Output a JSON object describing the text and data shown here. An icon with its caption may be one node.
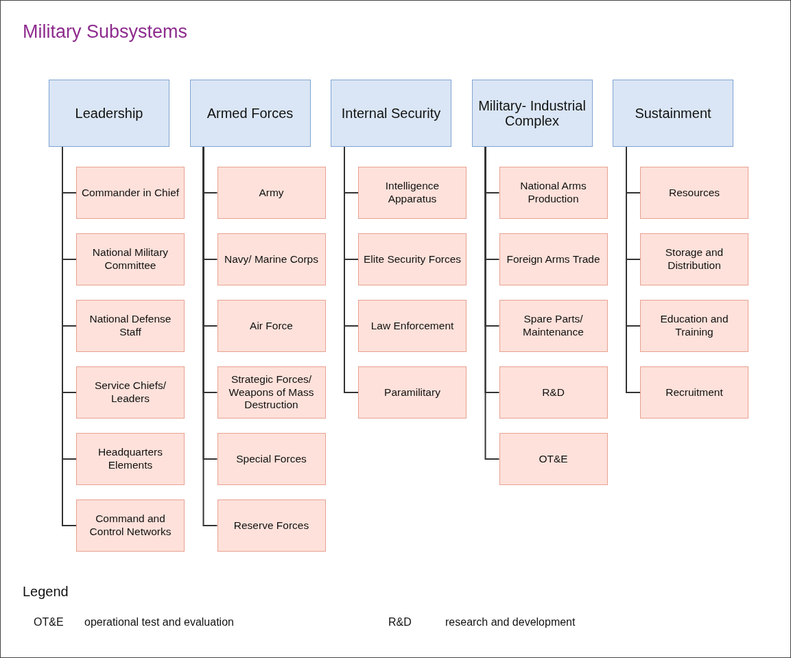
{
  "diagram": {
    "title": "Military Subsystems",
    "nodes": [
      {
        "text": [
          "Leadership"
        ]
      },
      {
        "text": [
          "Commander in Chief"
        ]
      },
      {
        "text": [
          "National Military Committee"
        ]
      },
      {
        "text": [
          "National Defense Staff"
        ]
      },
      {
        "text": [
          "Service Chiefs/ Leaders"
        ]
      },
      {
        "text": [
          "Headquarters Elements"
        ]
      },
      {
        "text": [
          "Command and Control Networks"
        ]
      },
      {
        "text": [
          "Armed Forces"
        ]
      },
      {
        "text": [
          "Army"
        ]
      },
      {
        "text": [
          "Navy/ Marine Corps"
        ]
      },
      {
        "text": [
          "Air Force"
        ]
      },
      {
        "text": [
          "Strategic Forces/ Weapons of Mass Destruction"
        ]
      },
      {
        "text": [
          "Special Forces"
        ]
      },
      {
        "text": [
          "Reserve Forces"
        ]
      },
      {
        "text": [
          "Internal Security"
        ]
      },
      {
        "text": [
          "Intelligence Apparatus"
        ]
      },
      {
        "text": [
          "Elite Security Forces"
        ]
      },
      {
        "text": [
          "Law Enforcement"
        ]
      },
      {
        "text": [
          "Paramilitary"
        ]
      },
      {
        "text": [
          "Military- Industrial Complex"
        ]
      },
      {
        "text": [
          "National Arms Production"
        ]
      },
      {
        "text": [
          "Foreign Arms Trade"
        ]
      },
      {
        "text": [
          "Spare Parts/ Maintenance"
        ]
      },
      {
        "text": [
          "R&D"
        ]
      },
      {
        "text": [
          "OT&E"
        ]
      },
      {
        "text": [
          "Sustainment"
        ]
      },
      {
        "text": [
          "Resources"
        ]
      },
      {
        "text": [
          "Storage and Distribution"
        ]
      },
      {
        "text": [
          "Education and Training"
        ]
      },
      {
        "text": [
          "Recruitment"
        ]
      }
    ],
    "edges": [
      {
        "from": 0,
        "to": 1,
        "arrow": "none"
      },
      {
        "from": 0,
        "to": 2,
        "arrow": "none"
      },
      {
        "from": 0,
        "to": 3,
        "arrow": "none"
      },
      {
        "from": 0,
        "to": 4,
        "arrow": "none"
      },
      {
        "from": 0,
        "to": 5,
        "arrow": "none"
      },
      {
        "from": 0,
        "to": 6,
        "arrow": "none"
      },
      {
        "from": 7,
        "to": 8,
        "arrow": "none"
      },
      {
        "from": 7,
        "to": 9,
        "arrow": "none"
      },
      {
        "from": 7,
        "to": 10,
        "arrow": "none"
      },
      {
        "from": 7,
        "to": 11,
        "arrow": "none"
      },
      {
        "from": 7,
        "to": 12,
        "arrow": "none"
      },
      {
        "from": 7,
        "to": 13,
        "arrow": "none"
      },
      {
        "from": 14,
        "to": 15,
        "arrow": "none"
      },
      {
        "from": 14,
        "to": 16,
        "arrow": "none"
      },
      {
        "from": 14,
        "to": 17,
        "arrow": "none"
      },
      {
        "from": 14,
        "to": 18,
        "arrow": "none"
      },
      {
        "from": 19,
        "to": 20,
        "arrow": "none"
      },
      {
        "from": 19,
        "to": 21,
        "arrow": "none"
      },
      {
        "from": 19,
        "to": 22,
        "arrow": "none"
      },
      {
        "from": 19,
        "to": 23,
        "arrow": "none"
      },
      {
        "from": 19,
        "to": 24,
        "arrow": "none"
      },
      {
        "from": 25,
        "to": 26,
        "arrow": "none"
      },
      {
        "from": 25,
        "to": 27,
        "arrow": "none"
      },
      {
        "from": 25,
        "to": 28,
        "arrow": "none"
      },
      {
        "from": 25,
        "to": 29,
        "arrow": "none"
      }
    ],
    "labels": [
      "Legend",
      "OT&E",
      "operational test and evaluation",
      "R&D",
      "research and development"
    ]
  }
}
